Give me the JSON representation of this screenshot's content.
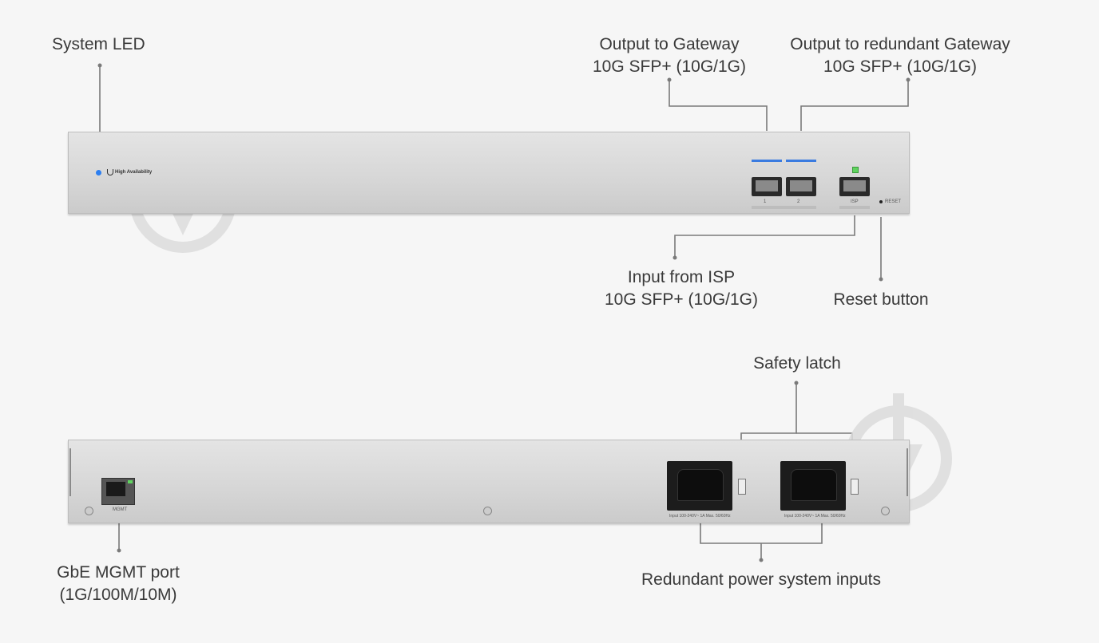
{
  "callouts": {
    "system_led": "System LED",
    "output_gateway": [
      "Output to Gateway",
      "10G SFP+ (10G/1G)"
    ],
    "output_redundant": [
      "Output to redundant Gateway",
      "10G SFP+ (10G/1G)"
    ],
    "input_isp": [
      "Input from ISP",
      "10G SFP+ (10G/1G)"
    ],
    "reset": "Reset button",
    "safety_latch": "Safety latch",
    "mgmt": [
      "GbE MGMT port",
      "(1G/100M/10M)"
    ],
    "power": "Redundant power system inputs"
  },
  "device_front": {
    "brand_text": "High Availability",
    "port1": "1",
    "port2": "2",
    "isp": "ISP",
    "reset": "RESET",
    "led_color": "#2d7ff0",
    "port_led_color": "#3a7be0",
    "isp_led_color": "#5fd35f"
  },
  "device_back": {
    "mgmt": "MGMT",
    "psu_rating_1": "Input 100-240V~ 1A Max. 50/60Hz",
    "psu_rating_2": "Input 100-240V~ 1A Max. 50/60Hz"
  }
}
